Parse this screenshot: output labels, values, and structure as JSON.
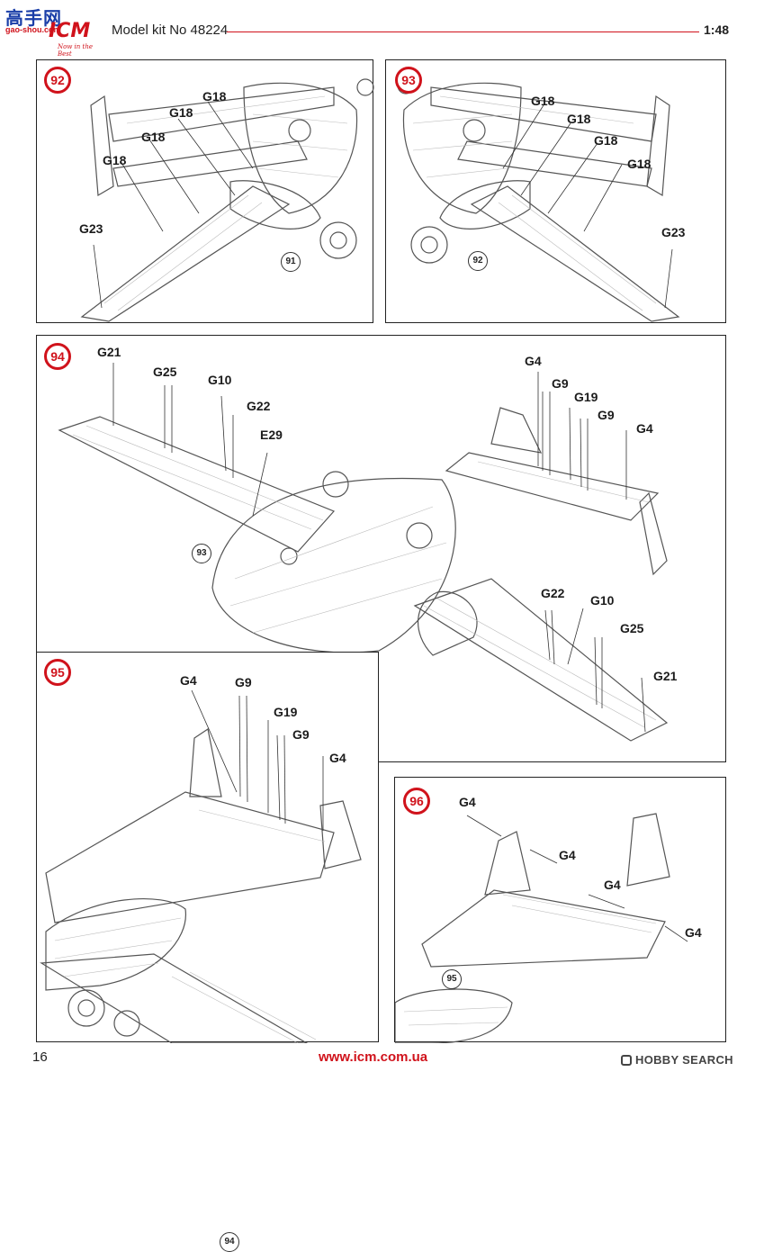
{
  "header": {
    "logo_cn": "高手网",
    "logo_url": "gao-shou.com",
    "logo_brand": "ICM",
    "logo_tagline": "Now in the Best",
    "kit_title": "Model kit No 48224",
    "scale": "1:48"
  },
  "panels": [
    {
      "step": "92",
      "labels": [
        "G18",
        "G18",
        "G18",
        "G18",
        "G23"
      ],
      "refs": [
        "91"
      ]
    },
    {
      "step": "93",
      "labels": [
        "G18",
        "G18",
        "G18",
        "G18",
        "G23"
      ],
      "refs": [
        "92"
      ]
    },
    {
      "step": "94",
      "labels": [
        "G21",
        "G25",
        "G10",
        "G22",
        "E29",
        "G4",
        "G9",
        "G19",
        "G9",
        "G4",
        "G22",
        "G10",
        "G25",
        "G21"
      ],
      "refs": [
        "93"
      ]
    },
    {
      "step": "95",
      "labels": [
        "G4",
        "G9",
        "G19",
        "G9",
        "G4"
      ],
      "refs": [
        "94"
      ]
    },
    {
      "step": "96",
      "labels": [
        "G4",
        "G4",
        "G4",
        "G4"
      ],
      "refs": [
        "95"
      ]
    }
  ],
  "footer": {
    "page_number": "16",
    "url": "www.icm.com.ua",
    "brand": "HOBBY SEARCH"
  },
  "colors": {
    "accent": "#d0121b",
    "line": "#222222"
  }
}
